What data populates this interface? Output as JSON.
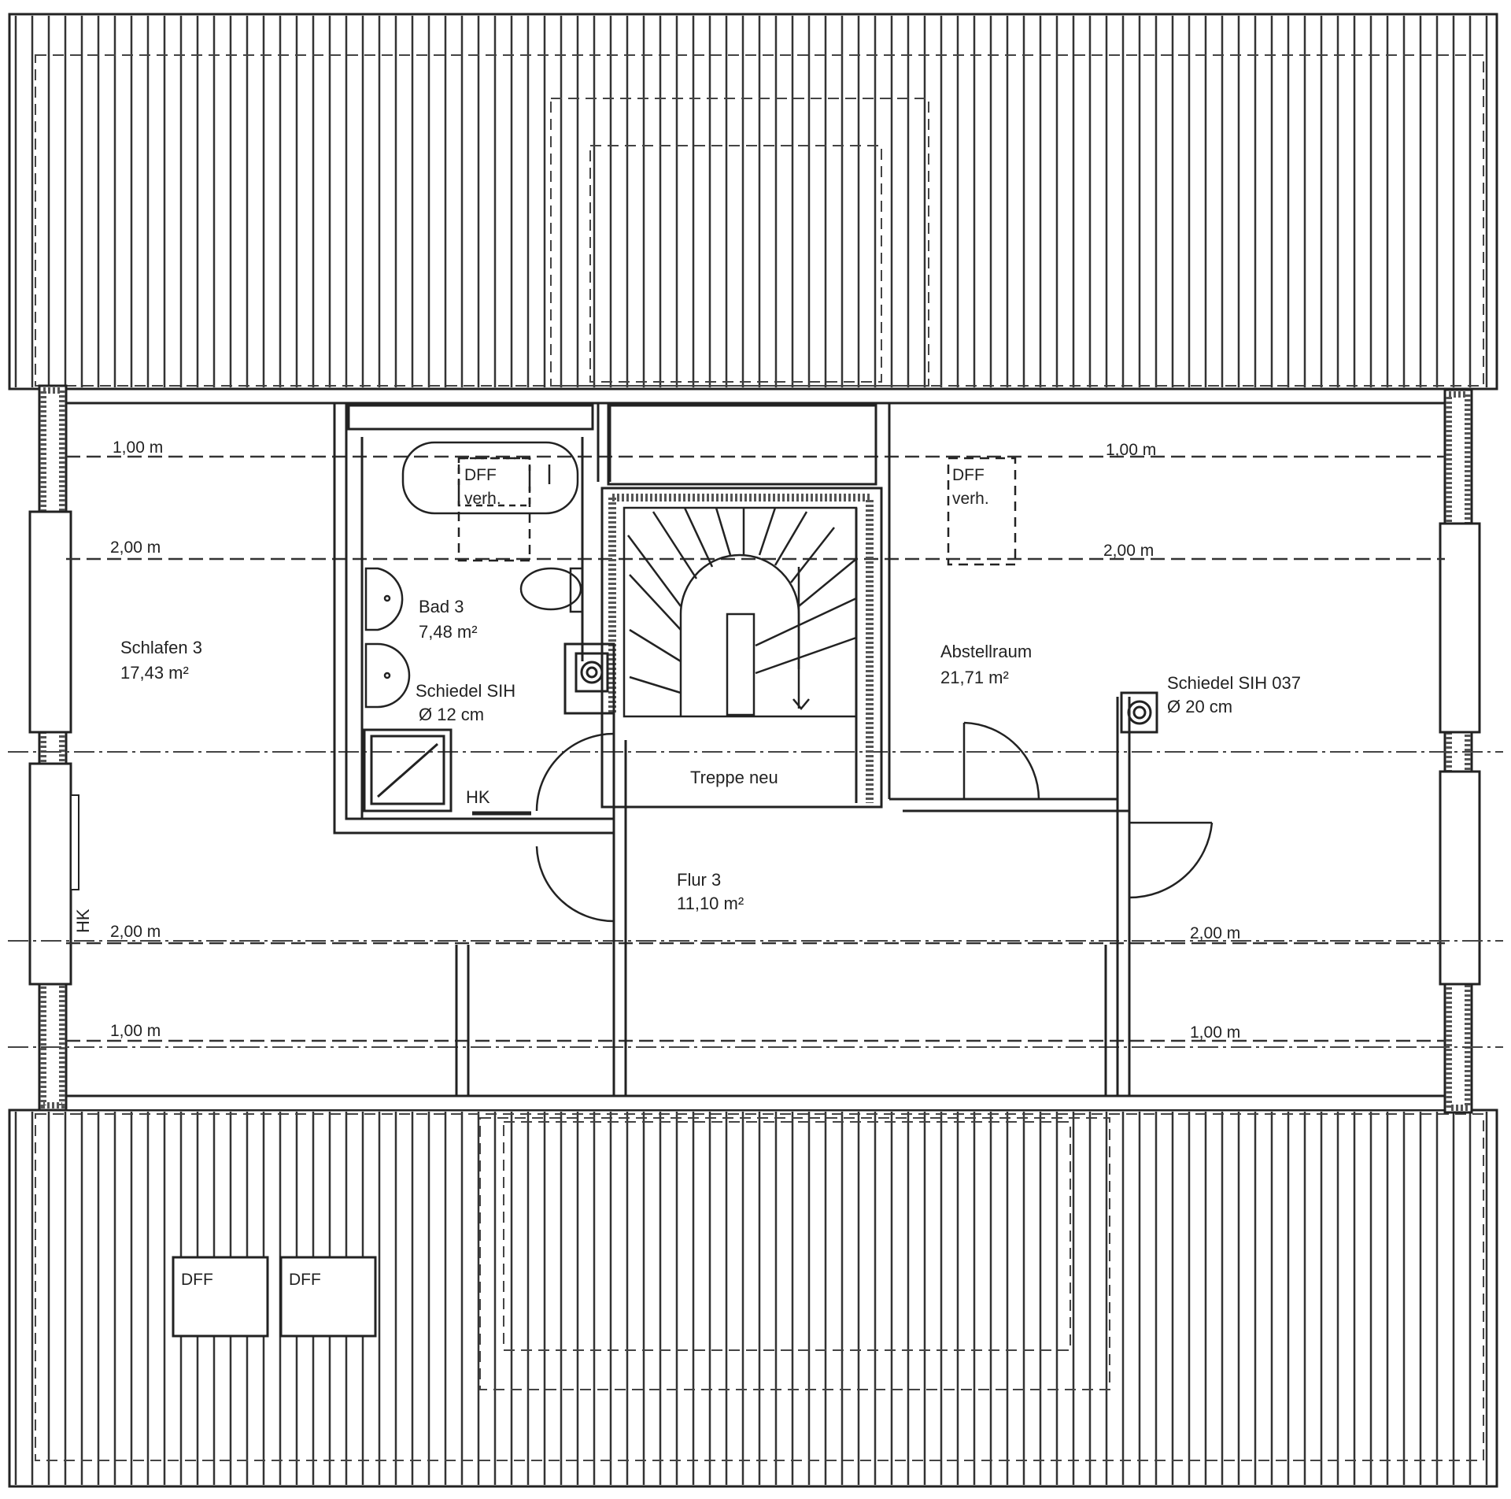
{
  "rooms": {
    "schlafen": {
      "name": "Schlafen 3",
      "area": "17,43 m²"
    },
    "bad": {
      "name": "Bad 3",
      "area": "7,48 m²"
    },
    "abstellraum": {
      "name": "Abstellraum",
      "area": "21,71 m²"
    },
    "flur": {
      "name": "Flur 3",
      "area": "11,10 m²"
    }
  },
  "stair_label": "Treppe neu",
  "chimneys": {
    "left": {
      "name": "Schiedel SIH",
      "diameter": "Ø 12 cm"
    },
    "right": {
      "name": "Schiedel SIH 037",
      "diameter": "Ø 20 cm"
    }
  },
  "dimensions": {
    "left_1m_top": "1,00 m",
    "left_2m_top": "2,00 m",
    "left_2m_bottom": "2,00 m",
    "left_1m_bottom": "1,00 m",
    "right_1m_top": "1,00 m",
    "right_2m_top": "2,00 m",
    "right_2m_bottom": "2,00 m",
    "right_1m_bottom": "1,00 m"
  },
  "markers": {
    "heater_bath": "HK",
    "heater_left": "HK",
    "skylight_left_1": "DFF",
    "skylight_left_2": "verh.",
    "skylight_right_1": "DFF",
    "skylight_right_2": "verh.",
    "skylight_bottom_a": "DFF",
    "skylight_bottom_b": "DFF"
  }
}
